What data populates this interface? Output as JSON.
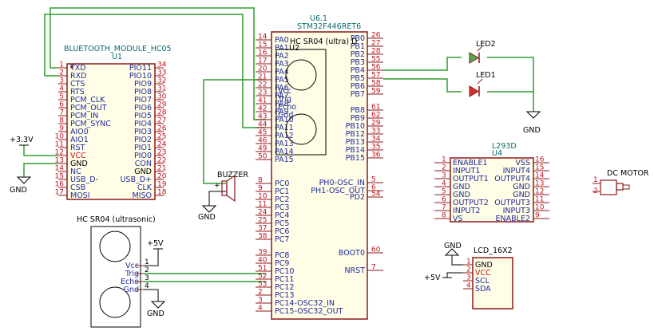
{
  "u1": {
    "name": "BLUETOOTH_MODULE_HC05",
    "ref": "U1",
    "left_pins": [
      {
        "num": "1",
        "name": "TXD"
      },
      {
        "num": "2",
        "name": "RXD"
      },
      {
        "num": "3",
        "name": "CTS"
      },
      {
        "num": "4",
        "name": "RTS"
      },
      {
        "num": "5",
        "name": "PCM_CLK"
      },
      {
        "num": "6",
        "name": "PCM_OUT"
      },
      {
        "num": "7",
        "name": "PCM_IN"
      },
      {
        "num": "8",
        "name": "PCM_SYNC"
      },
      {
        "num": "9",
        "name": "AIO0"
      },
      {
        "num": "10",
        "name": "AIO1"
      },
      {
        "num": "11",
        "name": "RST"
      },
      {
        "num": "12",
        "name": "VCC"
      },
      {
        "num": "13",
        "name": "GND"
      },
      {
        "num": "14",
        "name": "NC"
      },
      {
        "num": "15",
        "name": "USB_D-"
      },
      {
        "num": "16",
        "name": "CSB"
      },
      {
        "num": "17",
        "name": "MOSI"
      }
    ],
    "right_pins": [
      {
        "num": "34",
        "name": "PIO11"
      },
      {
        "num": "33",
        "name": "PIO10"
      },
      {
        "num": "32",
        "name": "PIO9"
      },
      {
        "num": "31",
        "name": "PIO8"
      },
      {
        "num": "30",
        "name": "PIO7"
      },
      {
        "num": "29",
        "name": "PIO6"
      },
      {
        "num": "28",
        "name": "PIO5"
      },
      {
        "num": "27",
        "name": "PIO4"
      },
      {
        "num": "26",
        "name": "PIO3"
      },
      {
        "num": "25",
        "name": "PIO2"
      },
      {
        "num": "24",
        "name": "PIO1"
      },
      {
        "num": "23",
        "name": "PIO0"
      },
      {
        "num": "22",
        "name": "CON"
      },
      {
        "num": "21",
        "name": "GND"
      },
      {
        "num": "20",
        "name": "USB_D+"
      },
      {
        "num": "19",
        "name": "CLK"
      },
      {
        "num": "18",
        "name": "MISO"
      }
    ]
  },
  "u6": {
    "ref": "U6.1",
    "name": "STM32F446RET6",
    "left_pins": [
      {
        "num": "14",
        "name": "PA0"
      },
      {
        "num": "15",
        "name": "PA1"
      },
      {
        "num": "16",
        "name": "PA2"
      },
      {
        "num": "17",
        "name": "PA3"
      },
      {
        "num": "20",
        "name": "PA4"
      },
      {
        "num": "21",
        "name": "PA5"
      },
      {
        "num": "22",
        "name": "PA6"
      },
      {
        "num": "23",
        "name": "PA7"
      },
      {
        "num": "41",
        "name": "PA8"
      },
      {
        "num": "42",
        "name": "PA9"
      },
      {
        "num": "43",
        "name": "PA10"
      },
      {
        "num": "44",
        "name": "PA11"
      },
      {
        "num": "45",
        "name": "PA12"
      },
      {
        "num": "46",
        "name": "PA13"
      },
      {
        "num": "49",
        "name": "PA14"
      },
      {
        "num": "50",
        "name": "PA15"
      },
      {
        "num": "8",
        "name": "PC0"
      },
      {
        "num": "9",
        "name": "PC1"
      },
      {
        "num": "10",
        "name": "PC2"
      },
      {
        "num": "11",
        "name": "PC3"
      },
      {
        "num": "24",
        "name": "PC4"
      },
      {
        "num": "25",
        "name": "PC5"
      },
      {
        "num": "37",
        "name": "PC6"
      },
      {
        "num": "38",
        "name": "PC7"
      },
      {
        "num": "39",
        "name": "PC8"
      },
      {
        "num": "40",
        "name": "PC9"
      },
      {
        "num": "51",
        "name": "PC10"
      },
      {
        "num": "52",
        "name": "PC11"
      },
      {
        "num": "53",
        "name": "PC12"
      },
      {
        "num": "2",
        "name": "PC13"
      },
      {
        "num": "3",
        "name": "PC14-OSC32_IN"
      },
      {
        "num": "4",
        "name": "PC15-OSC32_OUT"
      }
    ],
    "right_pins_b": [
      {
        "num": "26",
        "name": "PB0"
      },
      {
        "num": "27",
        "name": "PB1"
      },
      {
        "num": "28",
        "name": "PB2"
      },
      {
        "num": "55",
        "name": "PB3"
      },
      {
        "num": "56",
        "name": "PB4"
      },
      {
        "num": "57",
        "name": "PB5"
      },
      {
        "num": "58",
        "name": "PB6"
      },
      {
        "num": "59",
        "name": "PB7"
      },
      {
        "num": "61",
        "name": "PB8"
      },
      {
        "num": "62",
        "name": "PB9"
      },
      {
        "num": "29",
        "name": "PB10"
      },
      {
        "num": "33",
        "name": "PB12"
      },
      {
        "num": "34",
        "name": "PB13"
      },
      {
        "num": "35",
        "name": "PB14"
      },
      {
        "num": "36",
        "name": "PB15"
      }
    ],
    "right_pins_misc": [
      {
        "num": "5",
        "name": "PH0-OSC_IN"
      },
      {
        "num": "6",
        "name": "PH1-OSC_OUT"
      },
      {
        "num": "54",
        "name": "PD2"
      },
      {
        "num": "60",
        "name": "BOOT0"
      },
      {
        "num": "7",
        "name": "NRST"
      }
    ]
  },
  "u2": {
    "name": "HC SR04 (ultra) D",
    "ref": "U2",
    "pins": [
      {
        "name": "Vcc"
      },
      {
        "name": "Trig"
      },
      {
        "name": "Echo"
      },
      {
        "name": "Gnd"
      }
    ]
  },
  "ultrasonic2": {
    "name": "HC SR04 (ultrasonic)",
    "pins": [
      {
        "num": "1",
        "name": "Vcc"
      },
      {
        "num": "2",
        "name": "Trig"
      },
      {
        "num": "3",
        "name": "Echo"
      },
      {
        "num": "4",
        "name": "Gnd"
      }
    ]
  },
  "u4": {
    "name": "L293D",
    "ref": "U4",
    "left_pins": [
      {
        "num": "1",
        "name": "ENABLE1"
      },
      {
        "num": "2",
        "name": "INPUT1"
      },
      {
        "num": "3",
        "name": "OUTPUT1"
      },
      {
        "num": "4",
        "name": "GND"
      },
      {
        "num": "5",
        "name": "GND"
      },
      {
        "num": "6",
        "name": "OUTPUT2"
      },
      {
        "num": "7",
        "name": "INPUT2"
      },
      {
        "num": "8",
        "name": "VS"
      }
    ],
    "right_pins": [
      {
        "num": "16",
        "name": "VSS"
      },
      {
        "num": "15",
        "name": "INPUT4"
      },
      {
        "num": "14",
        "name": "OUTPUT4"
      },
      {
        "num": "13",
        "name": "GND"
      },
      {
        "num": "12",
        "name": "GND"
      },
      {
        "num": "11",
        "name": "OUTPUT3"
      },
      {
        "num": "10",
        "name": "INPUT3"
      },
      {
        "num": "9",
        "name": "ENABLE2"
      }
    ]
  },
  "lcd": {
    "name": "LCD_16X2",
    "pins": [
      {
        "num": "1",
        "name": "GND"
      },
      {
        "num": "2",
        "name": "VCC"
      },
      {
        "num": "3",
        "name": "SCL"
      },
      {
        "num": "4",
        "name": "SDA"
      }
    ]
  },
  "led1": {
    "name": "LED1"
  },
  "led2": {
    "name": "LED2"
  },
  "buzzer": {
    "name": "BUZZER"
  },
  "motor": {
    "name": "DC MOTOR",
    "pins": [
      "1",
      "2"
    ]
  },
  "power": {
    "v33": "+3.3V",
    "v5": "+5V",
    "gnd": "GND"
  },
  "colors": {
    "wire": "#2f9e2f",
    "part": "#8b1a1a",
    "pin_name": "#1f2a9e",
    "pin_num": "#8b1a1a",
    "vcc_pin": "#c0141e"
  }
}
